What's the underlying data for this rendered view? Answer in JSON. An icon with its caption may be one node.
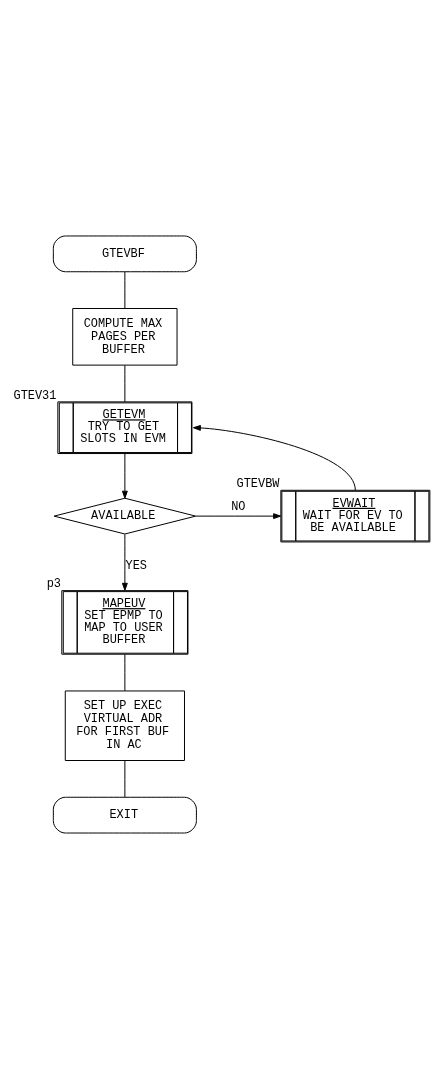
{
  "diagram": {
    "nodes": [
      {
        "text": [
          "GTEVBF"
        ]
      },
      {
        "text": [
          "COMPUTE MAX PAGES PER BUFFER"
        ]
      },
      {
        "text": [
          "GETEVM",
          "TRY TO GET SLOTS IN EVM"
        ],
        "beside": [
          "GTEV31"
        ]
      },
      {
        "text": [
          "AVAILABLE"
        ]
      },
      {
        "text": [
          "EVWAIT",
          "WAIT FOR EV TO BE AVAILABLE"
        ],
        "beside": [
          "GTEVBW"
        ]
      },
      {
        "text": [
          "MAPEUV",
          "SET EPMP TO MAP TO USER BUFFER"
        ],
        "beside": [
          "p3"
        ]
      },
      {
        "text": [
          "SET UP EXEC VIRTUAL ADR FOR FIRST BUF IN AC"
        ]
      },
      {
        "text": [
          "EXIT"
        ]
      }
    ],
    "edges": [
      {
        "from": 0,
        "to": 1,
        "arrow": "none"
      },
      {
        "from": 1,
        "to": 2,
        "arrow": "none"
      },
      {
        "from": 2,
        "to": 3,
        "arrow": "to"
      },
      {
        "from": 3,
        "to": 4,
        "arrow": "to",
        "label": "NO"
      },
      {
        "from": 4,
        "to": 2,
        "arrow": "to"
      },
      {
        "from": 3,
        "to": 5,
        "arrow": "to",
        "label": "YES"
      },
      {
        "from": 5,
        "to": 6,
        "arrow": "none"
      },
      {
        "from": 6,
        "to": 7,
        "arrow": "none"
      }
    ]
  }
}
